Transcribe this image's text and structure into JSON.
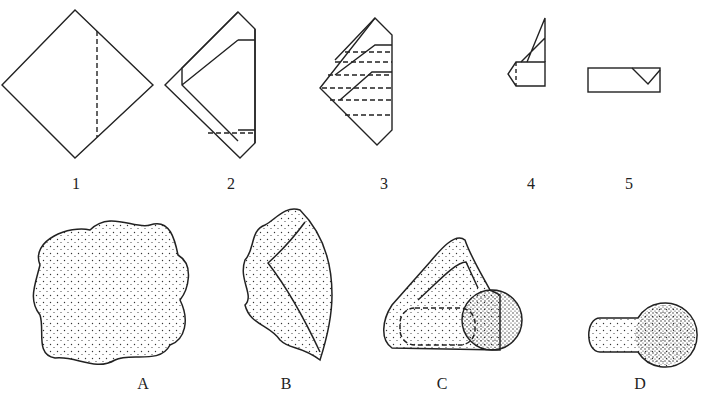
{
  "diagram": {
    "labels": [
      "1",
      "2",
      "3",
      "4",
      "5",
      "A",
      "B",
      "C",
      "D"
    ]
  }
}
